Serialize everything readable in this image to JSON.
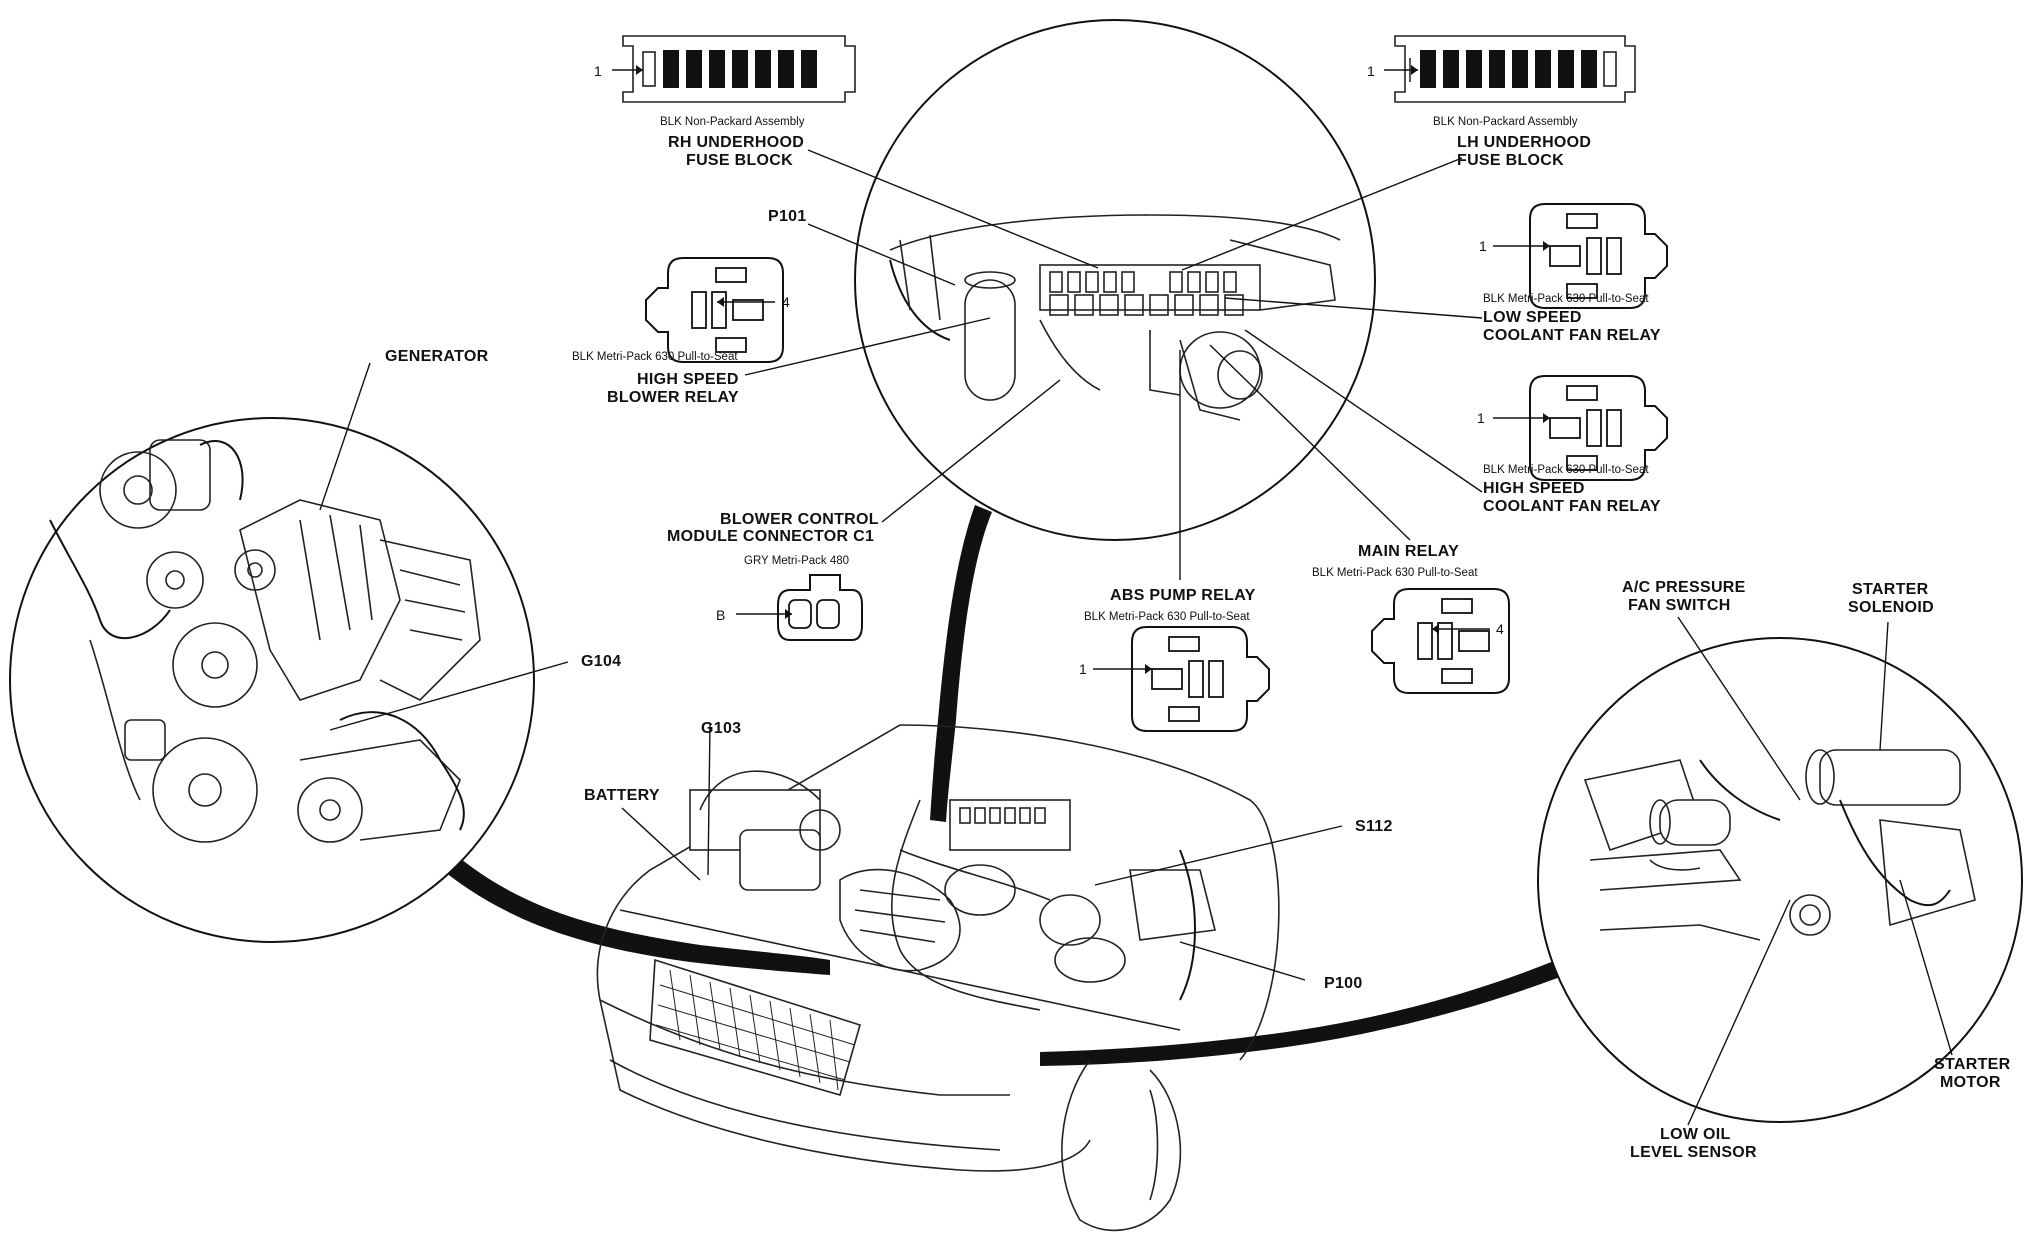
{
  "fuse_block_rh": {
    "title_line1": "RH UNDERHOOD",
    "title_line2": "FUSE BLOCK",
    "connector": "BLK Non-Packard Assembly",
    "pin": "1"
  },
  "fuse_block_lh": {
    "title_line1": "LH UNDERHOOD",
    "title_line2": "FUSE BLOCK",
    "connector": "BLK Non-Packard Assembly",
    "pin": "1"
  },
  "p101": "P101",
  "high_speed_blower_relay": {
    "line1": "HIGH SPEED",
    "line2": "BLOWER RELAY",
    "connector": "BLK Metri-Pack 630 Pull-to-Seat",
    "pin": "4"
  },
  "low_speed_coolant_fan_relay": {
    "line1": "LOW SPEED",
    "line2": "COOLANT FAN RELAY",
    "connector": "BLK Metri-Pack 630 Pull-to-Seat",
    "pin": "1"
  },
  "high_speed_coolant_fan_relay": {
    "line1": "HIGH SPEED",
    "line2": "COOLANT FAN RELAY",
    "connector": "BLK Metri-Pack 630 Pull-to-Seat",
    "pin": "1"
  },
  "blower_control_module": {
    "line1": "BLOWER CONTROL",
    "line2": "MODULE CONNECTOR C1",
    "connector": "GRY Metri-Pack 480",
    "pin": "B"
  },
  "abs_pump_relay": {
    "title": "ABS PUMP RELAY",
    "connector": "BLK Metri-Pack 630 Pull-to-Seat",
    "pin": "1"
  },
  "main_relay": {
    "title": "MAIN RELAY",
    "connector": "BLK Metri-Pack 630 Pull-to-Seat",
    "pin": "4"
  },
  "generator": "GENERATOR",
  "g104": "G104",
  "g103": "G103",
  "battery": "BATTERY",
  "s112": "S112",
  "p100": "P100",
  "ac_pressure_fan_switch": {
    "line1": "A/C PRESSURE",
    "line2": "FAN SWITCH"
  },
  "starter_solenoid": {
    "line1": "STARTER",
    "line2": "SOLENOID"
  },
  "starter_motor": {
    "line1": "STARTER",
    "line2": "MOTOR"
  },
  "low_oil_level_sensor": {
    "line1": "LOW OIL",
    "line2": "LEVEL SENSOR"
  }
}
